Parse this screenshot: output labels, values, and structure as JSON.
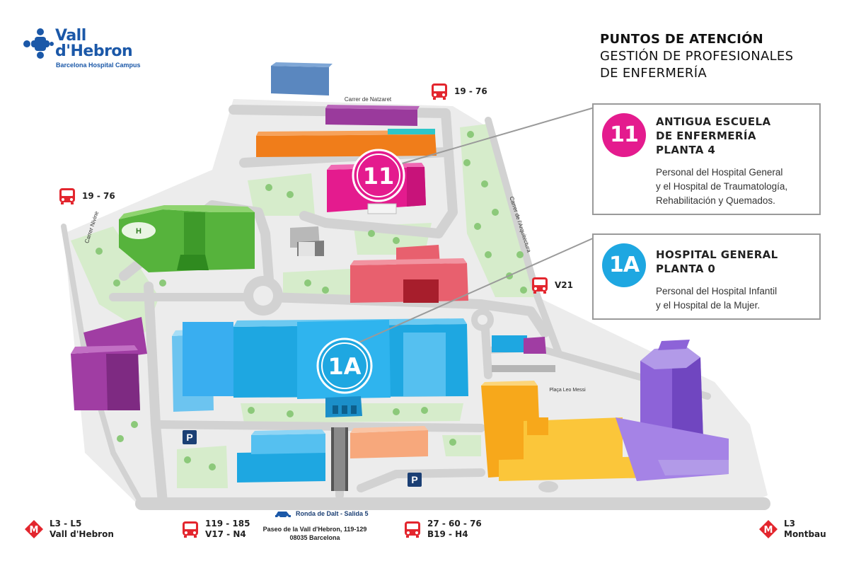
{
  "logo": {
    "line1": "Vall",
    "line2": "d'Hebron",
    "subtitle": "Barcelona Hospital Campus",
    "brand_color": "#1b58a8"
  },
  "title": {
    "line1": "PUNTOS DE ATENCIÓN",
    "line2": "GESTIÓN DE PROFESIONALES",
    "line3": "DE ENFERMERÍA"
  },
  "points": [
    {
      "badge": "11",
      "color": "#e41b8e",
      "title_lines": [
        "ANTIGUA ESCUELA",
        "DE ENFERMERÍA",
        "PLANTA 4"
      ],
      "desc_lines": [
        "Personal del Hospital General",
        "y el Hospital de Traumatología,",
        "Rehabilitación y Quemados."
      ]
    },
    {
      "badge": "1A",
      "color": "#1ea7e1",
      "title_lines": [
        "HOSPITAL GENERAL",
        "PLANTA 0"
      ],
      "desc_lines": [
        "Personal del Hospital Infantil",
        "y el Hospital de la Mujer."
      ]
    }
  ],
  "streets": {
    "nazaret": "Carrer de Natzaret",
    "nivel": "Carrer Nivine",
    "arquitectura": "Carrer de l'Arquitectura",
    "plaza": "Plaça Leo Messi"
  },
  "transport": {
    "bus_top": "19 - 76",
    "bus_left": "19 - 76",
    "bus_right": "V21",
    "bus_bottom_left": [
      "119 - 185",
      "V17 - N4"
    ],
    "bus_bottom_right": [
      "27 - 60 - 76",
      "B19 - H4"
    ],
    "metro_left": [
      "L3 - L5",
      "Vall d'Hebron"
    ],
    "metro_right": [
      "L3",
      "Montbau"
    ],
    "ronda": "Ronda de Dalt - Salida 5",
    "address": [
      "Paseo de la Vall d'Hebron, 119-129",
      "08035 Barcelona"
    ],
    "parking": "P"
  },
  "icons": [
    "bus-icon",
    "metro-icon",
    "car-icon",
    "parking-icon",
    "helipad-icon",
    "tree-icon"
  ]
}
